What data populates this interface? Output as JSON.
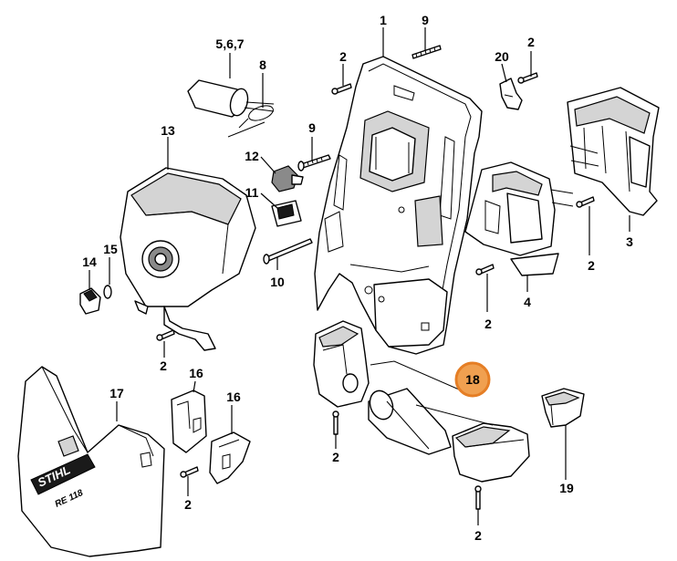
{
  "callouts": {
    "c1": "1",
    "c2": "2",
    "c3": "3",
    "c4": "4",
    "c567": "5,6,7",
    "c8": "8",
    "c9": "9",
    "c10": "10",
    "c11": "11",
    "c12": "12",
    "c13": "13",
    "c14": "14",
    "c15": "15",
    "c16": "16",
    "c17": "17",
    "c18": "18",
    "c19": "19",
    "c20": "20"
  },
  "highlight": {
    "color": "#f0a050",
    "ring": "#e57e25"
  },
  "cover_brand": {
    "logo": "STIHL",
    "model": "RE 118"
  }
}
